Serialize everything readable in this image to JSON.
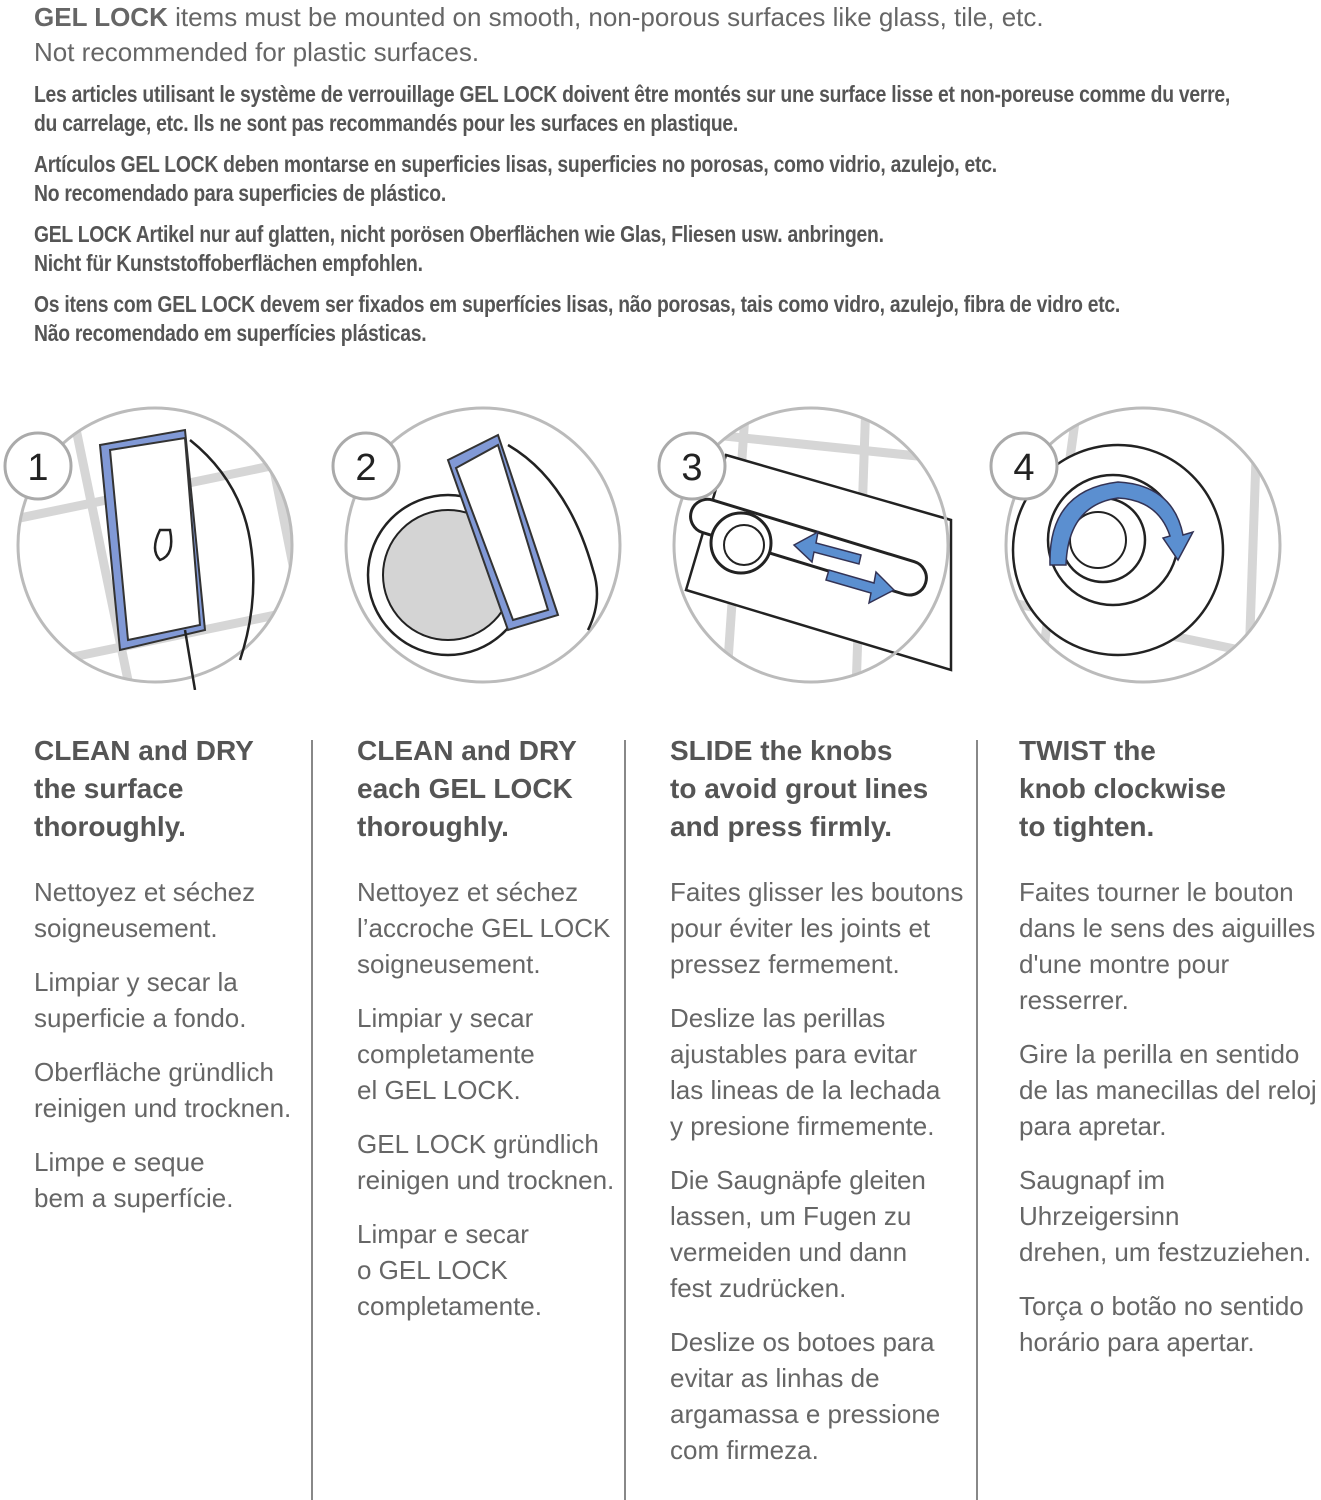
{
  "intro": {
    "en_line1_bold": "GEL LOCK",
    "en_line1_rest": " items must be mounted on smooth, non-porous surfaces like glass, tile, etc.",
    "en_line2": "Not recommended for plastic surfaces.",
    "fr": [
      "Les articles utilisant le système de verrouillage GEL LOCK doivent être montés sur une surface lisse et non-poreuse comme du verre,",
      "du carrelage, etc. Ils ne sont pas recommandés pour les surfaces en plastique."
    ],
    "es": [
      "Artículos GEL LOCK deben montarse en superficies lisas, superficies no porosas, como vidrio, azulejo, etc.",
      "No recomendado para superficies de plástico."
    ],
    "de": [
      "GEL LOCK Artikel nur auf glatten, nicht porösen Oberflächen wie Glas, Fliesen usw. anbringen.",
      "Nicht für Kunststoffoberflächen empfohlen."
    ],
    "pt": [
      "Os itens com GEL LOCK devem ser fixados em superfícies lisas, não porosas, tais como vidro, azulejo, fibra de vidro etc.",
      "Não recomendado em superfícies plásticas."
    ]
  },
  "colors": {
    "accent_blue": "#7f95d1",
    "arrow_blue": "#5b8fd0",
    "text": "#5f5f5f"
  },
  "steps": [
    {
      "number": "1",
      "heading": [
        "CLEAN and DRY",
        "the surface",
        "thoroughly."
      ],
      "paragraphs": [
        [
          "Nettoyez et séchez",
          "soigneusement."
        ],
        [
          "Limpiar y secar la",
          "superficie a fondo."
        ],
        [
          "Oberfläche gründlich",
          "reinigen und trocknen."
        ],
        [
          "Limpe e seque",
          "bem a superfície."
        ]
      ]
    },
    {
      "number": "2",
      "heading": [
        "CLEAN and DRY",
        "each GEL LOCK",
        "thoroughly."
      ],
      "paragraphs": [
        [
          "Nettoyez et séchez",
          "l’accroche GEL LOCK",
          "soigneusement."
        ],
        [
          "Limpiar y secar",
          "completamente",
          "el GEL LOCK."
        ],
        [
          "GEL LOCK gründlich",
          "reinigen und trocknen."
        ],
        [
          "Limpar e secar",
          "o GEL LOCK",
          "completamente."
        ]
      ]
    },
    {
      "number": "3",
      "heading": [
        "SLIDE the knobs",
        "to avoid grout lines",
        "and press firmly."
      ],
      "paragraphs": [
        [
          "Faites glisser les boutons",
          "pour éviter les joints et",
          "pressez fermement."
        ],
        [
          "Deslize las perillas",
          "ajustables para evitar",
          "las lineas de la lechada",
          "y presione firmemente."
        ],
        [
          "Die Saugnäpfe gleiten",
          "lassen, um Fugen zu",
          "vermeiden und dann",
          "fest zudrücken."
        ],
        [
          "Deslize os botoes para",
          "evitar as linhas de",
          "argamassa e pressione",
          "com firmeza."
        ]
      ]
    },
    {
      "number": "4",
      "heading": [
        "TWIST the",
        "knob clockwise",
        "to tighten."
      ],
      "paragraphs": [
        [
          "Faites tourner le bouton",
          "dans le sens des aiguilles",
          "d'une montre pour resserrer."
        ],
        [
          "Gire la perilla en sentido",
          "de las manecillas del reloj",
          "para apretar."
        ],
        [
          "Saugnapf im Uhrzeigersinn",
          "drehen, um festzuziehen."
        ],
        [
          "Torça o botão no sentido",
          "horário para apertar."
        ]
      ]
    }
  ]
}
